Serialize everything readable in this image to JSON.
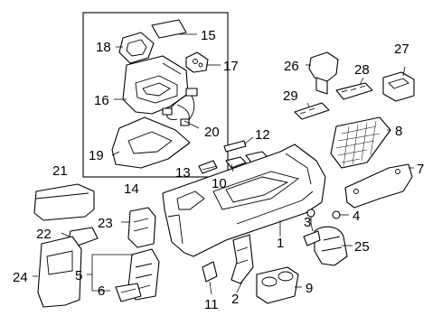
{
  "diagram": {
    "callouts": {
      "c1": "1",
      "c2": "2",
      "c3": "3",
      "c4": "4",
      "c5": "5",
      "c6": "6",
      "c7": "7",
      "c8": "8",
      "c9": "9",
      "c10": "10",
      "c11": "11",
      "c12": "12",
      "c13": "13",
      "c14": "14",
      "c15": "15",
      "c16": "16",
      "c17": "17",
      "c18": "18",
      "c19": "19",
      "c20": "20",
      "c21": "21",
      "c22": "22",
      "c23": "23",
      "c24": "24",
      "c25": "25",
      "c26": "26",
      "c27": "27",
      "c28": "28",
      "c29": "29"
    }
  }
}
